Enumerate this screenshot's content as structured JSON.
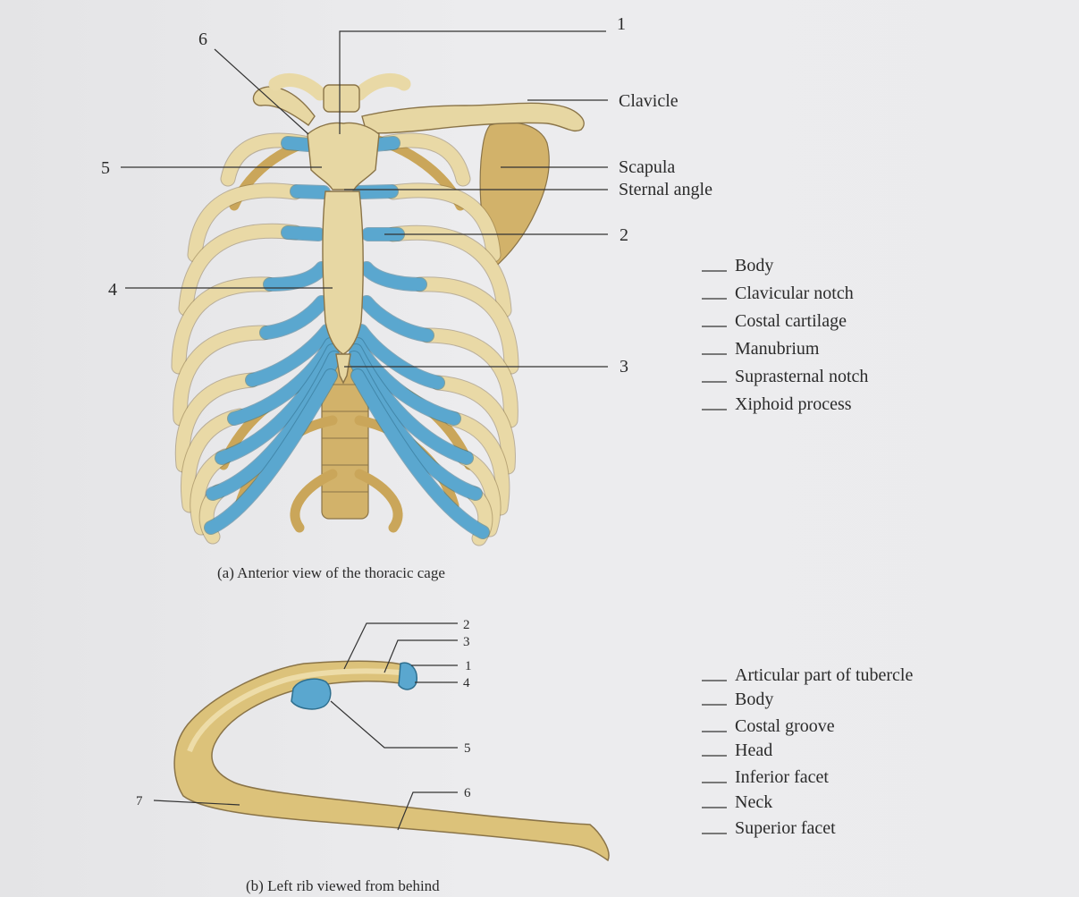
{
  "figure_a": {
    "caption": "(a) Anterior view of the thoracic cage",
    "numbers": {
      "n1": "1",
      "n2": "2",
      "n3": "3",
      "n4": "4",
      "n5": "5",
      "n6": "6"
    },
    "named_labels": {
      "clavicle": "Clavicle",
      "scapula": "Scapula",
      "sternal_angle": "Sternal angle"
    },
    "key": [
      "Body",
      "Clavicular notch",
      "Costal cartilage",
      "Manubrium",
      "Suprasternal notch",
      "Xiphoid process"
    ]
  },
  "figure_b": {
    "caption": "(b) Left rib viewed from behind",
    "numbers": {
      "n1": "1",
      "n2": "2",
      "n3": "3",
      "n4": "4",
      "n5": "5",
      "n6": "6",
      "n7": "7"
    },
    "key": [
      "Articular part of tubercle",
      "Body",
      "Costal groove",
      "Head",
      "Inferior facet",
      "Neck",
      "Superior facet"
    ]
  },
  "colors": {
    "bone": "#e7d7a3",
    "bone_dark": "#d2b26a",
    "cartilage": "#5aa7cf"
  }
}
